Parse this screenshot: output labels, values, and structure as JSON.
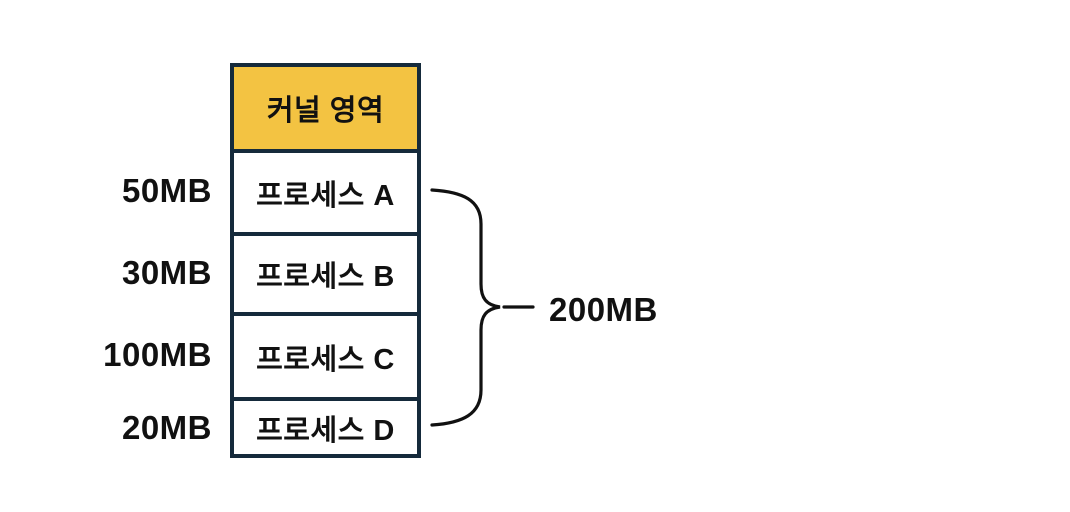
{
  "diagram": {
    "kernel": {
      "label": "커널 영역"
    },
    "processes": [
      {
        "name": "프로세스 A",
        "size": "50MB"
      },
      {
        "name": "프로세스 B",
        "size": "30MB"
      },
      {
        "name": "프로세스 C",
        "size": "100MB"
      },
      {
        "name": "프로세스 D",
        "size": "20MB"
      }
    ],
    "total": {
      "label": "200MB"
    },
    "colors": {
      "kernel_bg": "#F3C342",
      "border": "#152A3B",
      "text": "#111111",
      "brace": "#111111"
    }
  }
}
